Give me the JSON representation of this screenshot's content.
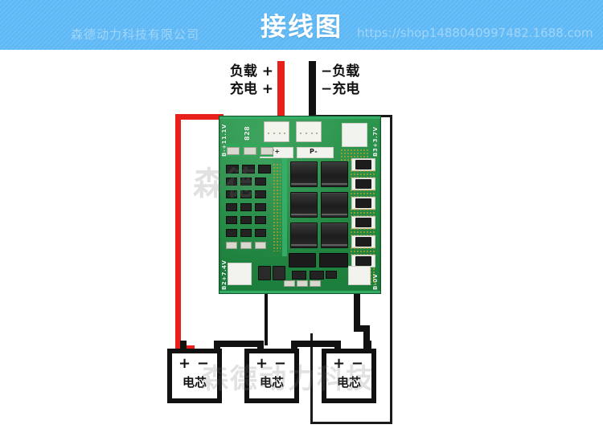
{
  "header": {
    "title": "接线图",
    "watermark_left": "森德动力科技有限公司",
    "watermark_right": "https://shop1488040997482.1688.com",
    "bg_color": "#5bb7f5"
  },
  "terminals": {
    "left": {
      "line1": "负载 +",
      "line2": "充电 +",
      "wire_color": "#e8201c"
    },
    "right": {
      "line1": "−负载",
      "line2": "−充电",
      "wire_color": "#111111"
    }
  },
  "pcb": {
    "silkscreen": {
      "top_left": "B-+11.1V",
      "top_right": "B3+3.7V",
      "bottom_left": "B2+7.4V",
      "bottom_right": "B-0V",
      "pad_positive": "P+",
      "pad_negative": "P-",
      "marking": "828"
    },
    "board_color": "#1f8f43",
    "mosfet_count": 6,
    "resistor_count": 6
  },
  "batteries": [
    {
      "label": "电芯",
      "plus": "+",
      "minus": "−"
    },
    {
      "label": "电芯",
      "plus": "+",
      "minus": "−"
    },
    {
      "label": "电芯",
      "plus": "+",
      "minus": "−"
    }
  ],
  "watermarks": {
    "board_area": "森德",
    "cell_area": "森德动力科技"
  }
}
